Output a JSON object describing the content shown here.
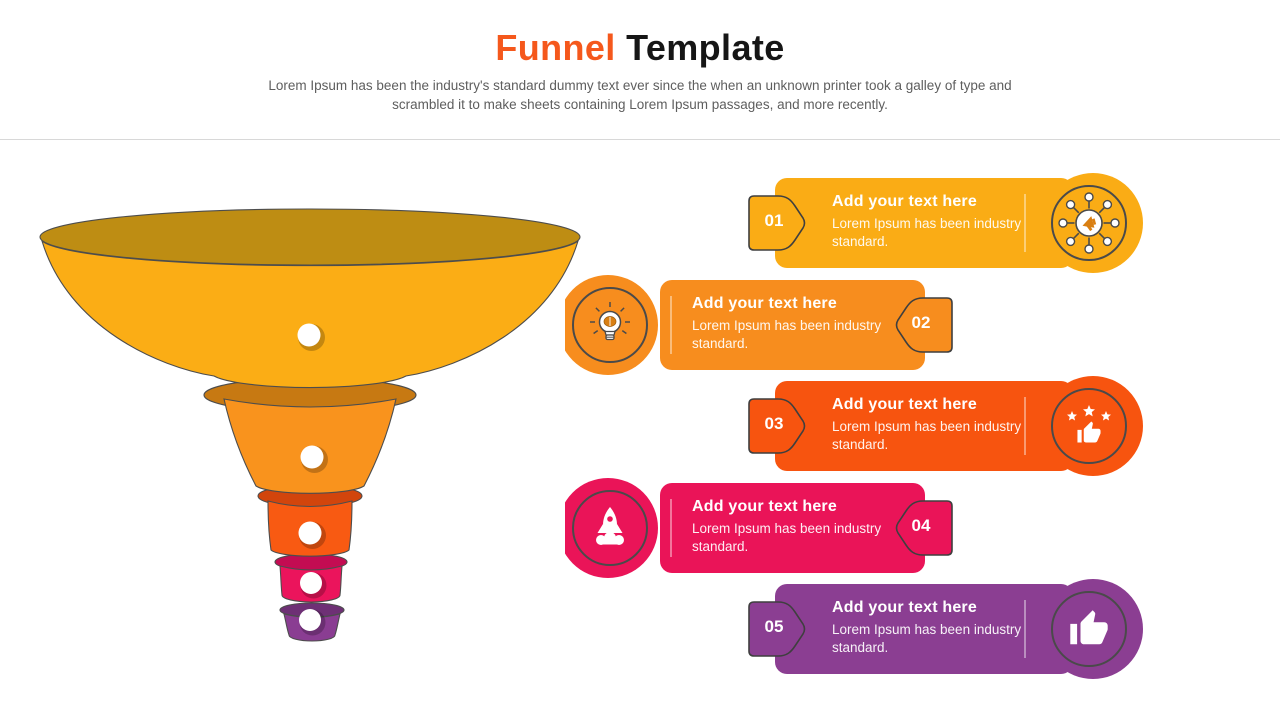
{
  "header": {
    "title_accent": "Funnel",
    "title_rest": " Template",
    "accent_color": "#f5581c",
    "title_color": "#161616",
    "subtitle_line1": "Lorem Ipsum has been the industry's standard dummy text ever since the when an unknown printer took a galley of type and",
    "subtitle_line2": "scrambled it to make sheets containing Lorem Ipsum passages, and more recently."
  },
  "cards": [
    {
      "number": "01",
      "title": "Add your text here",
      "desc": "Lorem Ipsum has been industry standard.",
      "color": "#FAAC15",
      "icon": "network-megaphone-icon",
      "side": "right"
    },
    {
      "number": "02",
      "title": "Add your text here",
      "desc": "Lorem Ipsum has been industry standard.",
      "color": "#F78D1E",
      "icon": "idea-bulb-icon",
      "side": "left"
    },
    {
      "number": "03",
      "title": "Add your text here",
      "desc": "Lorem Ipsum has been industry standard.",
      "color": "#F7540F",
      "icon": "rating-stars-thumb-icon",
      "side": "right"
    },
    {
      "number": "04",
      "title": "Add your text here",
      "desc": "Lorem Ipsum has been industry standard.",
      "color": "#EA1458",
      "icon": "rocket-launch-icon",
      "side": "left"
    },
    {
      "number": "05",
      "title": "Add your text here",
      "desc": "Lorem Ipsum has been industry standard.",
      "color": "#8B3E92",
      "icon": "thumbs-up-icon",
      "side": "right"
    }
  ],
  "icon_accent_color": "#D97F12",
  "funnel": {
    "segments": [
      {
        "name": "stage-1",
        "top_color": "#BE8D13",
        "body_color": "#FBAD15"
      },
      {
        "name": "stage-2",
        "top_color": "#C77912",
        "body_color": "#F9931D"
      },
      {
        "name": "stage-3",
        "top_color": "#D2450C",
        "body_color": "#F85A12"
      },
      {
        "name": "stage-4",
        "top_color": "#C30C52",
        "body_color": "#EB145C"
      },
      {
        "name": "stage-5",
        "top_color": "#6E3075",
        "body_color": "#8A3D92"
      }
    ]
  }
}
